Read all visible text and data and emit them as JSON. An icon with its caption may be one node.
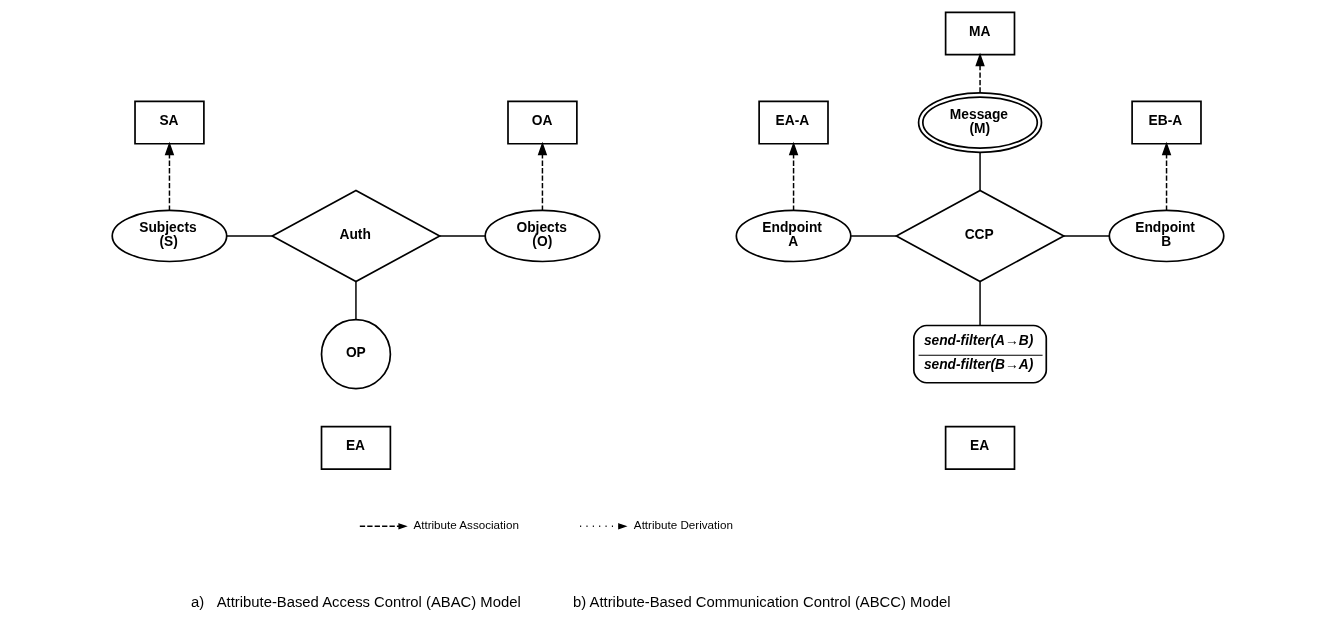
{
  "diagram": {
    "nodes": [
      {
        "text": [
          "SA"
        ]
      },
      {
        "text": [
          "OA"
        ]
      },
      {
        "text": [
          "Subjects (S)"
        ]
      },
      {
        "text": [
          "Auth"
        ]
      },
      {
        "text": [
          "Objects (O)"
        ]
      },
      {
        "text": [
          "OP"
        ]
      },
      {
        "text": [
          "EA"
        ]
      },
      {
        "text": [
          "MA"
        ]
      },
      {
        "text": [
          "EA-A"
        ]
      },
      {
        "text": [
          "Message (M)"
        ]
      },
      {
        "text": [
          "EB-A"
        ]
      },
      {
        "text": [
          "Endpoint A"
        ]
      },
      {
        "text": [
          "CCP"
        ]
      },
      {
        "text": [
          "Endpoint B"
        ]
      },
      {
        "text": [
          "send-filter(A→B)",
          "send-filter(B→A)"
        ]
      },
      {
        "text": [
          "EA"
        ]
      }
    ],
    "edges": [
      {
        "from": 2,
        "to": 0,
        "arrow": "to",
        "style": "dashed"
      },
      {
        "from": 2,
        "to": 3,
        "arrow": "none"
      },
      {
        "from": 3,
        "to": 4,
        "arrow": "none"
      },
      {
        "from": 4,
        "to": 1,
        "arrow": "to",
        "style": "dashed"
      },
      {
        "from": 5,
        "to": 3,
        "arrow": "none"
      },
      {
        "from": 9,
        "to": 7,
        "arrow": "to",
        "style": "dashed"
      },
      {
        "from": 11,
        "to": 8,
        "arrow": "to",
        "style": "dashed"
      },
      {
        "from": 13,
        "to": 10,
        "arrow": "to",
        "style": "dashed"
      },
      {
        "from": 12,
        "to": 9,
        "arrow": "none"
      },
      {
        "from": 11,
        "to": 12,
        "arrow": "none"
      },
      {
        "from": 12,
        "to": 13,
        "arrow": "none"
      },
      {
        "from": 14,
        "to": 12,
        "arrow": "none"
      }
    ],
    "labels": [
      "a)   Attribute-Based Access Control (ABAC) Model",
      "b) Attribute-Based Communication Control (ABCC) Model"
    ],
    "legend": [
      {
        "text": "Attribute Association"
      },
      {
        "text": "Attribute Derivation"
      }
    ]
  }
}
